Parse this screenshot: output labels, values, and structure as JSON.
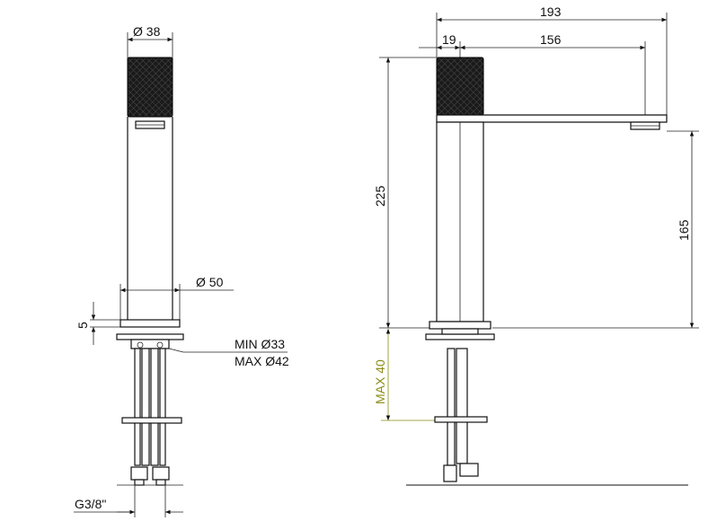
{
  "front_view": {
    "dim_top_diameter": "Ø 38",
    "dim_base_diameter": "Ø 50",
    "dim_base_height": "5",
    "dim_hole_min": "MIN Ø33",
    "dim_hole_max": "MAX Ø42",
    "dim_thread": "G3/8\""
  },
  "side_view": {
    "dim_total_length": "193",
    "dim_spout_length": "156",
    "dim_handle_offset": "19",
    "dim_total_height": "225",
    "dim_spout_height": "165",
    "dim_max_deck": "MAX 40"
  },
  "colors": {
    "line": "#111111",
    "handle": "#1c1c1c",
    "max_dimension": "#8a8a10"
  }
}
